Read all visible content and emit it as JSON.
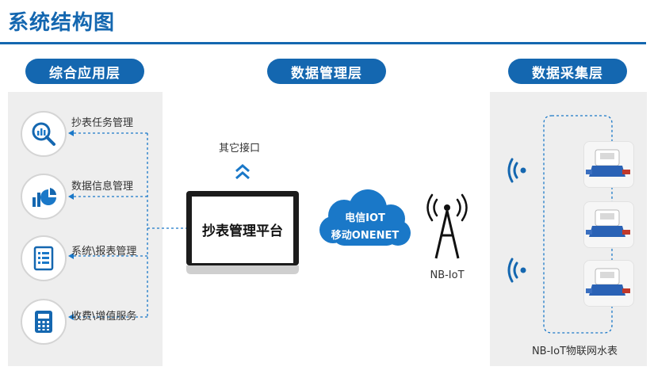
{
  "title": "系统结构图",
  "layers": {
    "application": "综合应用层",
    "management": "数据管理层",
    "collection": "数据采集层"
  },
  "apps": [
    {
      "label": "抄表任务管理",
      "icon": "magnifier-chart-icon"
    },
    {
      "label": "数据信息管理",
      "icon": "bar-pie-chart-icon"
    },
    {
      "label": "系统\\报表管理",
      "icon": "report-list-icon"
    },
    {
      "label": "收费\\增值服务",
      "icon": "calculator-icon"
    }
  ],
  "platform": {
    "label": "抄表管理平台",
    "other_interface": "其它接口"
  },
  "cloud": {
    "line1": "电信IOT",
    "line2": "移动ONENET"
  },
  "tower_label": "NB-IoT",
  "meters_label": "NB-IoT物联网水表",
  "colors": {
    "brand": "#1467b0",
    "accent": "#1a78c8",
    "panel": "#eeeeee"
  }
}
